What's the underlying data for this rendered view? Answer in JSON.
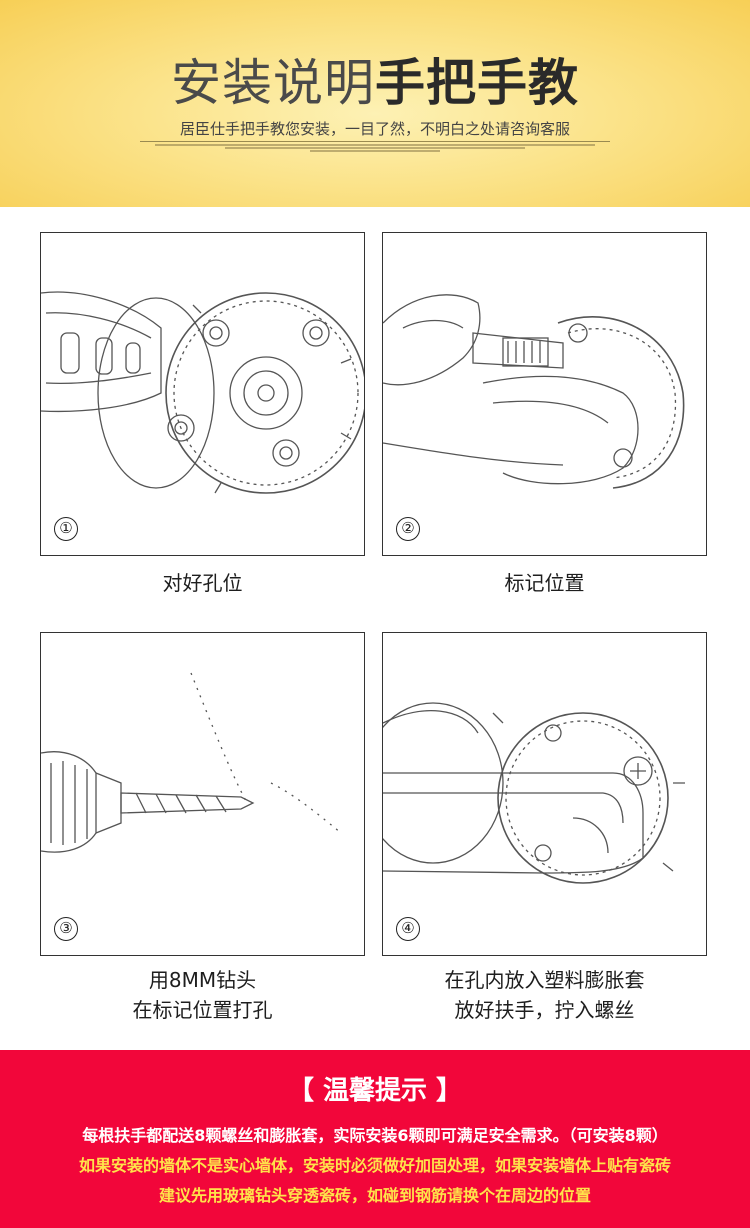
{
  "header": {
    "title_light": "安装说明",
    "title_bold": "手把手教",
    "subtitle": "居臣仕手把手教您安装，一目了然，不明白之处请咨询客服"
  },
  "steps": [
    {
      "number": "①",
      "caption_lines": [
        "对好孔位"
      ]
    },
    {
      "number": "②",
      "caption_lines": [
        "标记位置"
      ]
    },
    {
      "number": "③",
      "caption_lines": [
        "用8MM钻头",
        "在标记位置打孔"
      ]
    },
    {
      "number": "④",
      "caption_lines": [
        "在孔内放入塑料膨胀套",
        "放好扶手，拧入螺丝"
      ]
    }
  ],
  "tips": {
    "title": "【 温馨提示 】",
    "lines": [
      "每根扶手都配送8颗螺丝和膨胀套，实际安装6颗即可满足安全需求。（可安装8颗）",
      "如果安装的墙体不是实心墙体，安装时必须做好加固处理，如果安装墙体上贴有瓷砖",
      "建议先用玻璃钻头穿透瓷砖，如碰到钢筋请换个在周边的位置"
    ]
  },
  "colors": {
    "banner_gold": "#f7cf56",
    "tips_red": "#f2063a",
    "tips_yellow": "#ffe24a"
  }
}
